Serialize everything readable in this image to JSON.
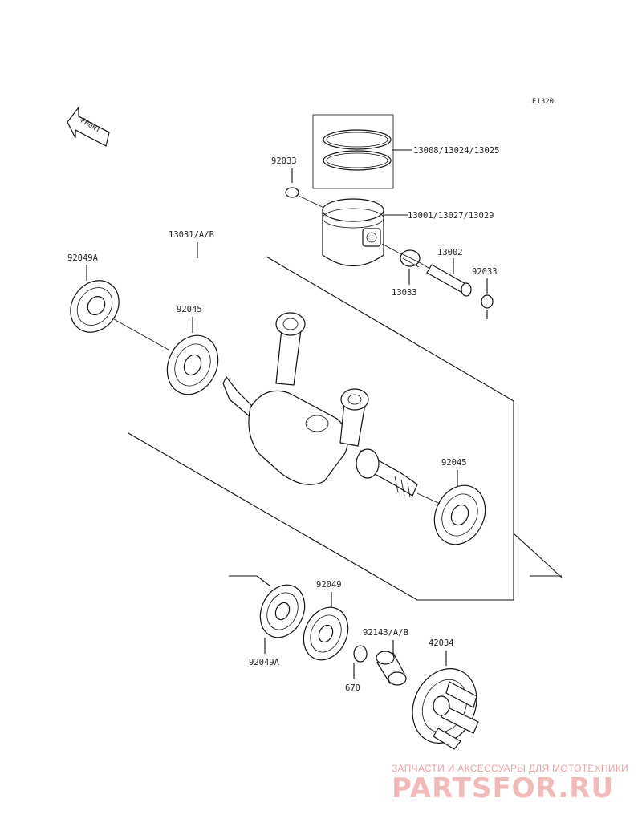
{
  "diagram": {
    "code": "E1320",
    "front_label": "FRONT",
    "labels": {
      "piston_rings": "13008/13024/13025",
      "circlip_top": "92033",
      "piston": "13001/13027/13029",
      "crankshaft": "13031/A/B",
      "oil_seal_top": "92049A",
      "bearing_left": "92045",
      "piston_pin": "13002",
      "circlip_right": "92033",
      "needle_bearing": "13033",
      "bearing_right": "92045",
      "oil_seal_bottom": "92049",
      "oil_seal_bottom_a": "92049A",
      "collar": "92143/A/B",
      "o_ring": "670",
      "impeller": "42034"
    }
  },
  "watermark": {
    "tagline": "ЗАПЧАСТИ И АКСЕССУАРЫ ДЛЯ МОТОТЕХНИКИ",
    "logo": "PARTSFOR.RU"
  }
}
